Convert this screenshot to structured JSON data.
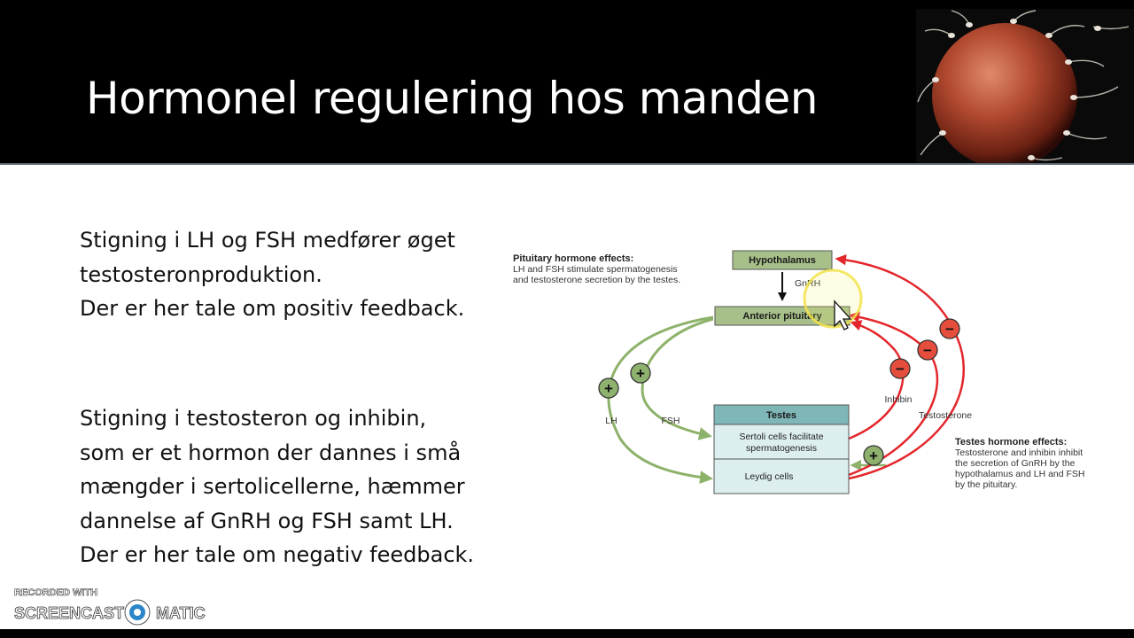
{
  "slide": {
    "title": "Hormonel regulering hos manden",
    "paragraph1": [
      "Stigning i LH og FSH medfører øget",
      "testosteronproduktion.",
      "Der er her tale om positiv feedback."
    ],
    "paragraph2": [
      "Stigning i testosteron og inhibin,",
      "som er et hormon der dannes i små",
      "mængder i sertolicellerne, hæmmer",
      "dannelse af GnRH og FSH samt LH.",
      "Der er her tale om negativ feedback."
    ]
  },
  "diagram": {
    "pituitary_effects_title": "Pituitary hormone effects:",
    "pituitary_effects_lines": [
      "LH and FSH stimulate spermatogenesis",
      "and testosterone secretion by the testes."
    ],
    "hypothalamus": "Hypothalamus",
    "gnrh": "GnRH",
    "anterior_pituitary": "Anterior pituitary",
    "testes": "Testes",
    "sertoli_lines": [
      "Sertoli cells facilitate",
      "spermatogenesis"
    ],
    "leydig": "Leydig cells",
    "lh": "LH",
    "fsh": "FSH",
    "inhibin": "Inhibin",
    "testosterone": "Testosterone",
    "testes_effects_title": "Testes hormone effects:",
    "testes_effects_lines": [
      "Testosterone and inhibin inhibit",
      "the secretion of GnRH by the",
      "hypothalamus and LH and FSH",
      "by the pituitary."
    ],
    "plus_sign": "+",
    "minus_sign": "−"
  },
  "watermark": {
    "recorded_with": "RECORDED WITH",
    "brand_left": "SCREENCAST",
    "brand_right": "MATIC"
  },
  "colors": {
    "header_bg": "#000000",
    "box_green": "#a7c08a",
    "box_teal": "#7fb6b8",
    "box_light": "#dceeee",
    "arrow_green": "#8db26a",
    "arrow_red": "#e3262b",
    "plus_fill": "#8fb16e",
    "minus_fill": "#e54d3c",
    "highlight": "#f5ec6c"
  }
}
